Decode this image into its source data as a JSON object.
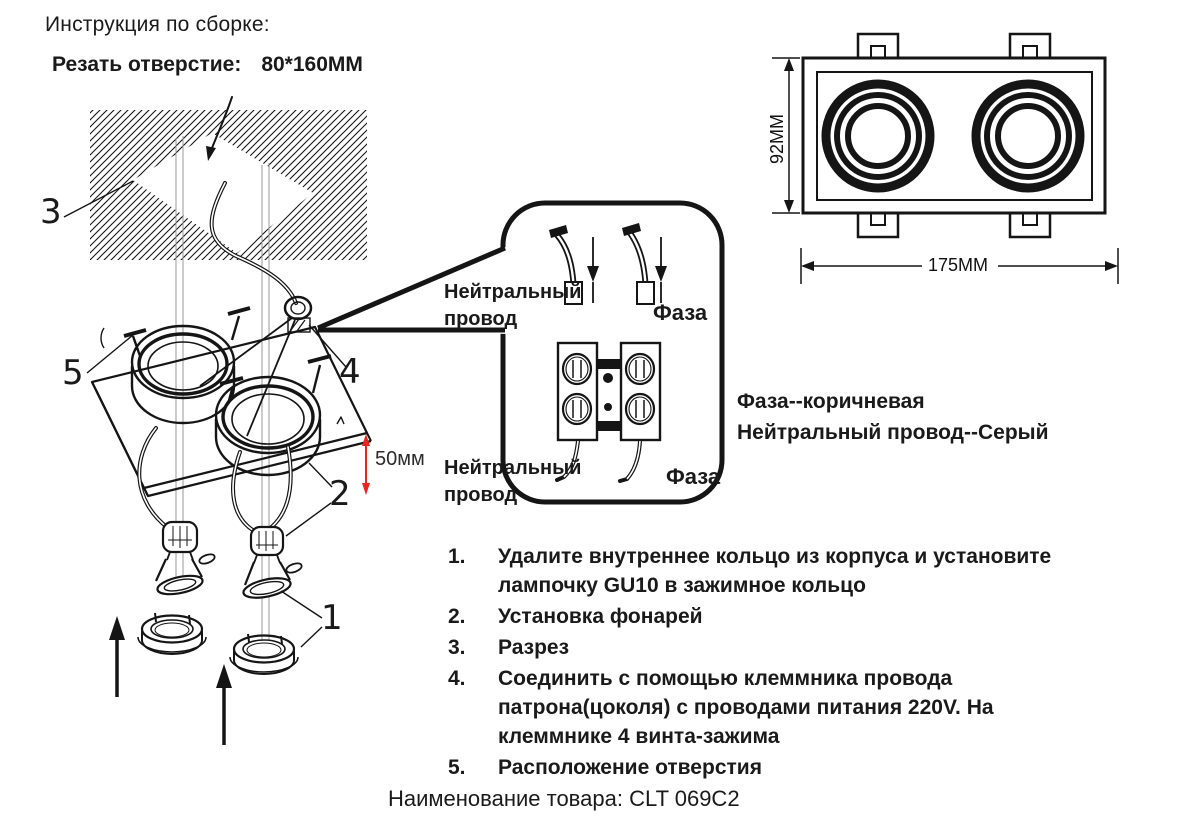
{
  "header": {
    "title": "Инструкция по сборке:",
    "cut_label": "Резать отверстие:",
    "cut_size": "80*160ММ"
  },
  "assembly_diagram": {
    "callouts": {
      "c1": "1",
      "c2": "2",
      "c3": "3",
      "c4": "4",
      "c5": "5"
    },
    "depth_label": "50мм"
  },
  "wiring_callout": {
    "neutral_top": "Нейтральный провод",
    "phase_top": "Фаза",
    "neutral_bottom": "Нейтральный провод",
    "phase_bottom": "Фаза"
  },
  "dimensions": {
    "height": "92MM",
    "width": "175MM"
  },
  "wire_colors": {
    "phase": "Фаза--коричневая",
    "neutral": "Нейтральный провод--Серый"
  },
  "steps": {
    "items": [
      {
        "num": "1.",
        "text": "Удалите внутреннее кольцо из корпуса и установите лампочку GU10 в зажимное кольцо"
      },
      {
        "num": "2.",
        "text": "Установка фонарей"
      },
      {
        "num": "3.",
        "text": "Разрез"
      },
      {
        "num": "4.",
        "text": "Соединить с помощью клеммника провода патрона(цоколя) с проводами питания 220V. На клеммнике 4 винта-зажима"
      },
      {
        "num": "5.",
        "text": "Расположение отверстия"
      }
    ]
  },
  "footer": {
    "label": "Наименование товара:",
    "value": "CLT 069C2"
  },
  "colors": {
    "ink": "#151515",
    "accent_red": "#e8251f",
    "guide_gray": "#9a9a9a"
  }
}
